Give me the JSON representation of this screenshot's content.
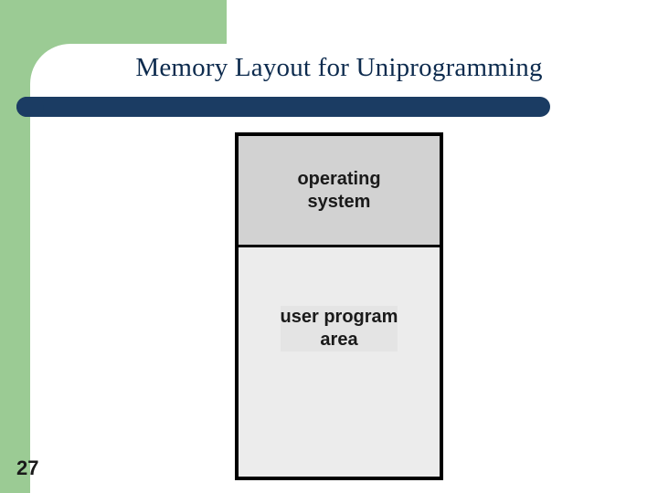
{
  "slide": {
    "title": "Memory Layout for Uniprogramming",
    "number": "27",
    "colors": {
      "green_band": "#9bcb94",
      "title_bar": "#1b3c63",
      "title_text": "#0d2b4e",
      "os_block": "#d2d2d2",
      "user_block": "#ececec"
    },
    "diagram": {
      "name": "memory-layout",
      "blocks": [
        {
          "id": "operating-system",
          "label": "operating\nsystem"
        },
        {
          "id": "user-program-area",
          "label": "user program\narea"
        }
      ]
    }
  }
}
